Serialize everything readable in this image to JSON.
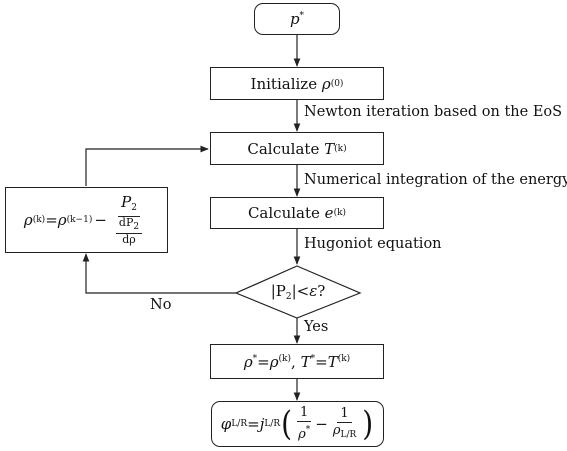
{
  "nodes": {
    "start": {
      "sym": "p",
      "sup": "*"
    },
    "init": {
      "label": "Initialize",
      "sym": "ρ",
      "sup": "(0)"
    },
    "calc_t": {
      "label": "Calculate",
      "sym": "T",
      "sup": "(k)"
    },
    "calc_e": {
      "label": "Calculate",
      "sym": "e",
      "sup": "(k)"
    },
    "decision": {
      "lhs": "|P",
      "sub": "2",
      "rest": "|<",
      "eps": "ε",
      "q": "?"
    },
    "update": {
      "lhs": "ρ",
      "lhs_sup": "(k)",
      "eq": "=",
      "rhs": "ρ",
      "rhs_sup": "(k−1)",
      "minus": "−",
      "num": "P",
      "num_sub": "2",
      "den_num": "dP",
      "den_num_sub": "2",
      "den_den": "dρ"
    },
    "result": {
      "a": "ρ",
      "a_sup": "*",
      "eq1": "=",
      "b": "ρ",
      "b_sup": "(k)",
      "comma": ",",
      "c": "T",
      "c_sup": "*",
      "eq2": "=",
      "d": "T",
      "d_sup": "(k)"
    },
    "final": {
      "phi": "φ",
      "phi_sub": "L/R",
      "eq": "=",
      "j": "j",
      "j_sub": "L/R",
      "one1": "1",
      "rho_star": "ρ",
      "rho_star_sup": "*",
      "minus": "−",
      "one2": "1",
      "rho_lr": "ρ",
      "rho_lr_sub": "L/R",
      "lparen": "(",
      "rparen": ")"
    }
  },
  "edges": {
    "newton": "Newton iteration based on the EoS",
    "numint": "Numerical integration of the energy",
    "hugoniot": "Hugoniot equation",
    "no": "No",
    "yes": "Yes"
  }
}
